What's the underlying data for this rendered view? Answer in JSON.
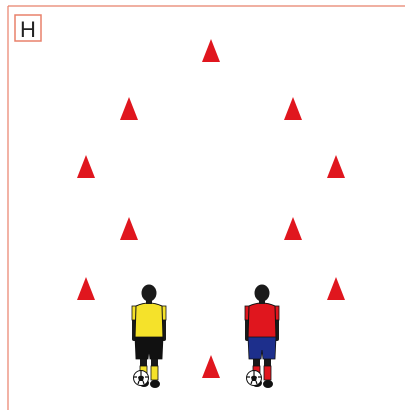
{
  "drill": {
    "label": "H",
    "colors": {
      "border": "#e8806a",
      "cone": "#e0161e",
      "player_yellow_shirt": "#f5e22a",
      "player_yellow_shorts": "#111111",
      "player_yellow_socks": "#f5e22a",
      "player_red_shirt": "#e0161e",
      "player_red_shorts": "#1d2f8c",
      "player_red_socks": "#e0161e",
      "hair": "#1a1a1a",
      "skin": "#1a1a1a",
      "ball": "#ffffff"
    },
    "cones": [
      {
        "name": "cone-top"
      },
      {
        "name": "cone-upper-left"
      },
      {
        "name": "cone-upper-right"
      },
      {
        "name": "cone-mid-far-left"
      },
      {
        "name": "cone-mid-far-right"
      },
      {
        "name": "cone-mid-left"
      },
      {
        "name": "cone-mid-right"
      },
      {
        "name": "cone-lower-far-left"
      },
      {
        "name": "cone-lower-far-right"
      },
      {
        "name": "cone-bottom"
      }
    ],
    "players": [
      {
        "name": "player-yellow",
        "team": "yellow",
        "has_ball": true
      },
      {
        "name": "player-red",
        "team": "red",
        "has_ball": true
      }
    ]
  }
}
